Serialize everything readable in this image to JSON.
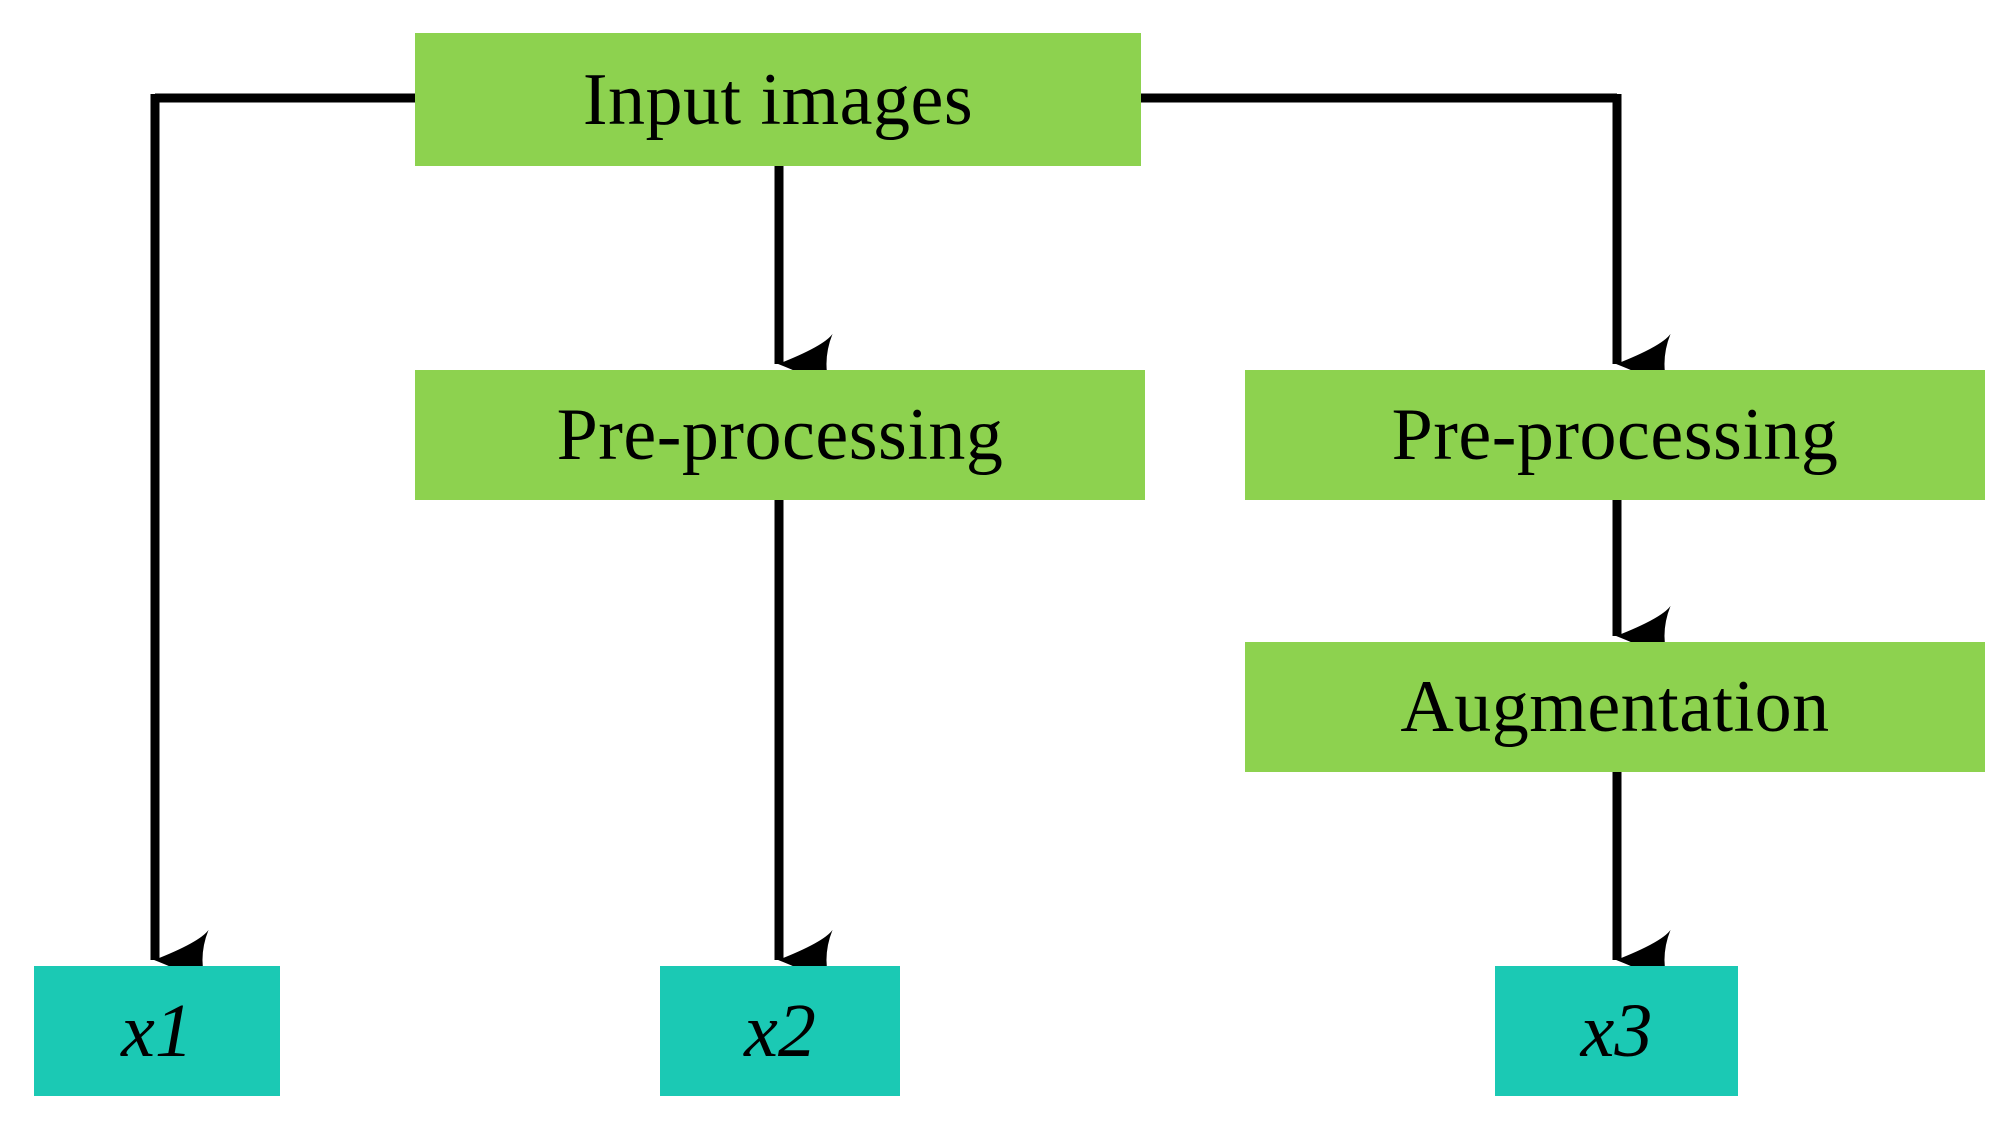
{
  "diagram": {
    "title": "Input image branching pipeline",
    "type": "flowchart",
    "colors": {
      "process_fill": "#8DD24F",
      "output_fill": "#1BC9B4",
      "edge_stroke": "#000000",
      "background": "#FFFFFF",
      "text": "#000000"
    },
    "nodes": [
      {
        "id": "input-images",
        "label": "Input images",
        "kind": "process"
      },
      {
        "id": "preprocess-1",
        "label": "Pre-processing",
        "kind": "process"
      },
      {
        "id": "preprocess-2",
        "label": "Pre-processing",
        "kind": "process"
      },
      {
        "id": "augmentation",
        "label": "Augmentation",
        "kind": "process"
      },
      {
        "id": "x1",
        "label": "x1",
        "kind": "output"
      },
      {
        "id": "x2",
        "label": "x2",
        "kind": "output"
      },
      {
        "id": "x3",
        "label": "x3",
        "kind": "output"
      }
    ],
    "edges": [
      {
        "id": "edge-input-to-x1",
        "from": "input-images",
        "to": "x1",
        "arrow": true,
        "routing": "elbow-left"
      },
      {
        "id": "edge-input-to-preprocess-1",
        "from": "input-images",
        "to": "preprocess-1",
        "arrow": true,
        "routing": "straight"
      },
      {
        "id": "edge-input-to-preprocess-2",
        "from": "input-images",
        "to": "preprocess-2",
        "arrow": true,
        "routing": "elbow-right"
      },
      {
        "id": "edge-preprocess-1-to-x2",
        "from": "preprocess-1",
        "to": "x2",
        "arrow": true,
        "routing": "straight"
      },
      {
        "id": "edge-preprocess-2-to-augmentation",
        "from": "preprocess-2",
        "to": "augmentation",
        "arrow": true,
        "routing": "straight"
      },
      {
        "id": "edge-augmentation-to-x3",
        "from": "augmentation",
        "to": "x3",
        "arrow": true,
        "routing": "straight"
      }
    ]
  }
}
